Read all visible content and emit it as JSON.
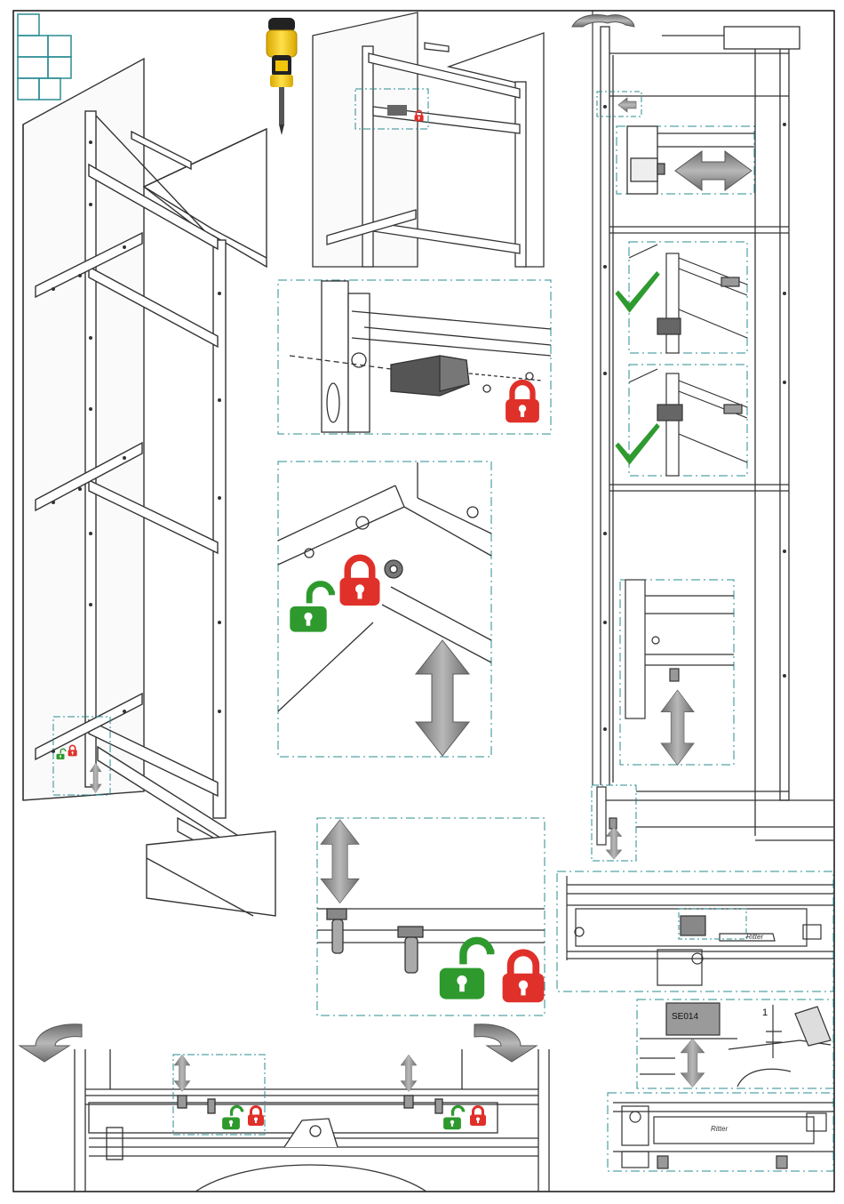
{
  "colors": {
    "frame": "#111111",
    "dashed_callout": "#2a8c92",
    "lock_closed": "#e0302a",
    "lock_open": "#2e9a2e",
    "check": "#2f9a2f",
    "arrow": "#8a8a8a",
    "screwdriver_handle": "#f2c40c",
    "screwdriver_grip": "#222222",
    "line_art": "#333333"
  },
  "icons": {
    "tool": "screwdriver-icon",
    "locked": "padlock-closed-icon",
    "unlocked": "padlock-open-icon",
    "ok": "checkmark-icon",
    "adjust": "double-arrow-icon",
    "rotate": "curved-arrow-icon"
  },
  "labels": {
    "part_code": "SE014",
    "dimension": "1",
    "brand_runner_1": "Ritter",
    "brand_runner_2": "Ritter"
  }
}
